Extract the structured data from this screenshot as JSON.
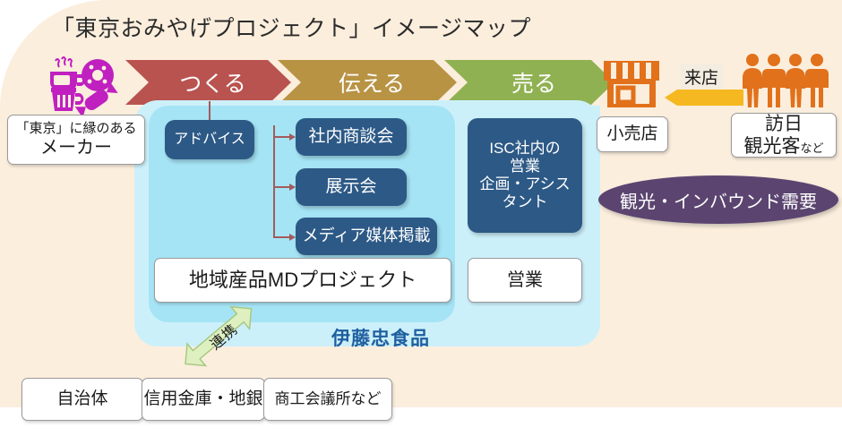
{
  "title": "「東京おみやげプロジェクト」イメージマップ",
  "colors": {
    "background": "#fbeedd",
    "make": "#b9534f",
    "tell": "#b89344",
    "sell": "#8fb152",
    "panel_outer": "#ccf0fa",
    "panel_inner": "#a5e4f5",
    "dark_box": "#2d5986",
    "ellipse": "#5b4570",
    "brand_text": "#1f5fa0",
    "retail_icon": "#e2711b",
    "people_icon": "#e2711b",
    "product_icon": "#c020c0",
    "arrow_yellow": "#f5b820",
    "connector": "#a35b5b",
    "renkei_green": "#dff0c0"
  },
  "flow": {
    "steps": [
      {
        "label": "つくる",
        "name": "chevron-make"
      },
      {
        "label": "伝える",
        "name": "chevron-tell"
      },
      {
        "label": "売る",
        "name": "chevron-sell"
      }
    ]
  },
  "icons": {
    "products": "sweets-drinks-icon",
    "retail_shop": "storefront-icon",
    "visitors": "people-group-icon",
    "visit_arrow": "left-arrow-icon",
    "partnership_arrow": "double-arrow-icon"
  },
  "maker_box": {
    "line1": "「東京」に縁のある",
    "line2": "メーカー"
  },
  "itochu_panel": {
    "brand": "伊藤忠食品",
    "advice": "アドバイス",
    "activities": [
      "社内商談会",
      "展示会",
      "メディア媒体掲載"
    ],
    "project": "地域産品MDプロジェクト",
    "isc": {
      "line1": "ISC社内の",
      "line2": "営業",
      "line3": "企画・アシス",
      "line4": "タント"
    },
    "sales": "営業"
  },
  "right_side": {
    "retail_label": "小売店",
    "visit_label": "来店",
    "tourist_line1": "訪日",
    "tourist_line2": "観光客",
    "tourist_suffix": "など",
    "demand_label": "観光・インバウンド需要"
  },
  "partners": {
    "link_label": "連携",
    "items": [
      "自治体",
      "信用金庫・地銀",
      "商工会議所など"
    ]
  }
}
